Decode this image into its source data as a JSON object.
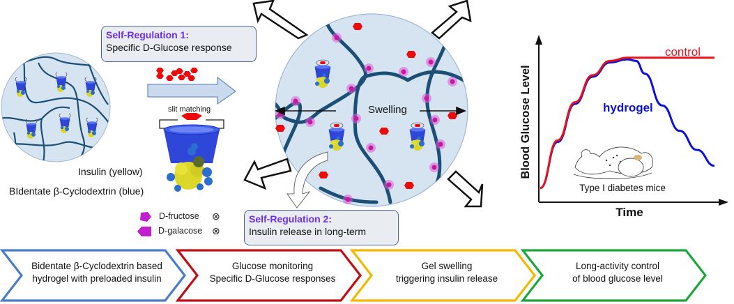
{
  "callouts": {
    "self_regulation_1": {
      "title": "Self-Regulation 1:",
      "subtitle": "Specific D-Glucose response"
    },
    "self_regulation_2": {
      "title": "Self-Regulation 2:",
      "subtitle": "Insulin release in long-term"
    }
  },
  "labels": {
    "slit_matching": "slit matching",
    "insulin": "Insulin (yellow)",
    "cyclodextrin": "BIdentate β-Cyclodextrin (blue)",
    "swelling": "Swelling",
    "legend": [
      {
        "name": "D-fructose",
        "symbol": "⊗",
        "color": "#c21fd0"
      },
      {
        "name": "D-galacose",
        "symbol": "⊗",
        "color": "#c21fd0"
      }
    ]
  },
  "chart_data": {
    "type": "line",
    "title": "",
    "xlabel": "Time",
    "ylabel": "Blood Glucose Level",
    "annotation": "Type I diabetes mice",
    "x": [
      0,
      0.1,
      0.2,
      0.3,
      0.4,
      0.5,
      0.55,
      0.6,
      0.7,
      0.8,
      0.9,
      1.0
    ],
    "series": [
      {
        "name": "control",
        "color": "#e8101a",
        "values": [
          0.08,
          0.38,
          0.62,
          0.79,
          0.88,
          0.9,
          0.9,
          0.9,
          0.9,
          0.9,
          0.9,
          0.9
        ]
      },
      {
        "name": "hydrogel",
        "color": "#0a10d8",
        "values": [
          0.08,
          0.37,
          0.61,
          0.78,
          0.87,
          0.89,
          0.88,
          0.8,
          0.6,
          0.44,
          0.32,
          0.22
        ]
      }
    ],
    "xlim": [
      0,
      1
    ],
    "ylim": [
      0,
      1
    ],
    "grid": false,
    "legend": "inline labels"
  },
  "steps": [
    {
      "line1": "Bidentate β-Cyclodextrin based",
      "line2": "hydrogel with preloaded insulin",
      "color": "#4a7cc9"
    },
    {
      "line1": "Glucose monitoring",
      "line2": "Specific D-Glucose responses",
      "color": "#c40d12"
    },
    {
      "line1": "Gel swelling",
      "line2": "triggering insulin release",
      "color": "#f5b800"
    },
    {
      "line1": "Long-activity control",
      "line2": "of blood glucose level",
      "color": "#1aa83a"
    }
  ],
  "colors": {
    "gel_fill": "#d6e4f2",
    "polymer": "#1b4f78",
    "glucose": "#ee0a0a",
    "crosslink": "#e05ad8",
    "callout_title": "#6a2ee8"
  }
}
